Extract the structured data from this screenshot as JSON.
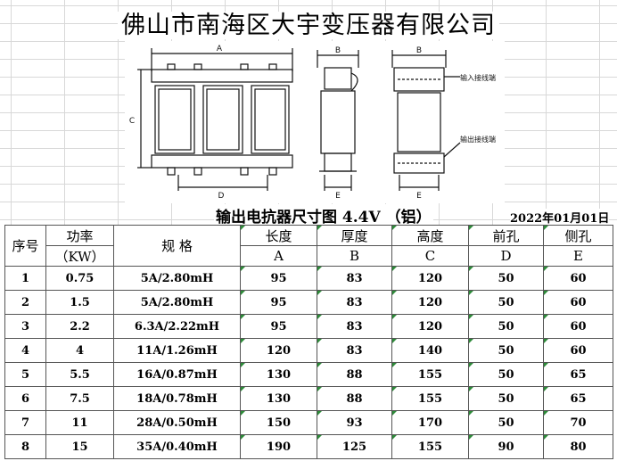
{
  "company": "佛山市南海区大宇变压器有限公司",
  "drawing": {
    "dim_a": "A",
    "dim_b_side": "B",
    "dim_b_front": "B",
    "dim_c": "C",
    "dim_d": "D",
    "dim_e_side": "E",
    "dim_e_front": "E",
    "input_terminal": "输入接线端",
    "output_terminal": "输出接线端"
  },
  "table_title": "输出电抗器尺寸图 4.4V （铝）",
  "date": "2022年01月01日",
  "headers": {
    "index": "序号",
    "power": "功率",
    "power_unit": "（KW）",
    "spec": "规 格",
    "length": "长度",
    "length_unit": "A",
    "thickness": "厚度",
    "thickness_unit": "B",
    "height": "高度",
    "height_unit": "C",
    "front_hole": "前孔",
    "front_hole_unit": "D",
    "side_hole": "侧孔",
    "side_hole_unit": "E"
  },
  "rows": [
    {
      "index": "1",
      "power": "0.75",
      "spec": "5A/2.80mH",
      "a": "95",
      "b": "83",
      "c": "120",
      "d": "50",
      "e": "60"
    },
    {
      "index": "2",
      "power": "1.5",
      "spec": "5A/2.80mH",
      "a": "95",
      "b": "83",
      "c": "120",
      "d": "50",
      "e": "60"
    },
    {
      "index": "3",
      "power": "2.2",
      "spec": "6.3A/2.22mH",
      "a": "95",
      "b": "83",
      "c": "120",
      "d": "50",
      "e": "60"
    },
    {
      "index": "4",
      "power": "4",
      "spec": "11A/1.26mH",
      "a": "120",
      "b": "83",
      "c": "140",
      "d": "50",
      "e": "60"
    },
    {
      "index": "5",
      "power": "5.5",
      "spec": "16A/0.87mH",
      "a": "130",
      "b": "88",
      "c": "155",
      "d": "50",
      "e": "65"
    },
    {
      "index": "6",
      "power": "7.5",
      "spec": "18A/0.78mH",
      "a": "130",
      "b": "88",
      "c": "155",
      "d": "50",
      "e": "65"
    },
    {
      "index": "7",
      "power": "11",
      "spec": "28A/0.50mH",
      "a": "150",
      "b": "93",
      "c": "170",
      "d": "50",
      "e": "70"
    },
    {
      "index": "8",
      "power": "15",
      "spec": "35A/0.40mH",
      "a": "190",
      "b": "125",
      "c": "155",
      "d": "90",
      "e": "80"
    }
  ]
}
